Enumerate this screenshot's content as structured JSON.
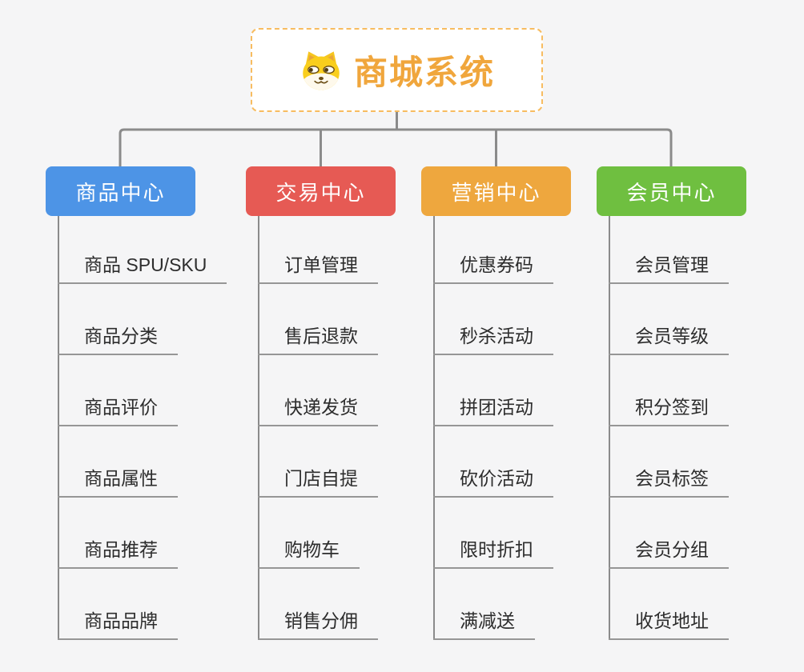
{
  "root": {
    "title": "商城系统",
    "icon": "dog-face-icon"
  },
  "branches": [
    {
      "label": "商品中心",
      "color": "#4D94E6",
      "items": [
        "商品 SPU/SKU",
        "商品分类",
        "商品评价",
        "商品属性",
        "商品推荐",
        "商品品牌"
      ]
    },
    {
      "label": "交易中心",
      "color": "#E65A54",
      "items": [
        "订单管理",
        "售后退款",
        "快递发货",
        "门店自提",
        "购物车",
        "销售分佣"
      ]
    },
    {
      "label": "营销中心",
      "color": "#EEA73E",
      "items": [
        "优惠券码",
        "秒杀活动",
        "拼团活动",
        "砍价活动",
        "限时折扣",
        "满减送"
      ]
    },
    {
      "label": "会员中心",
      "color": "#6FBF40",
      "items": [
        "会员管理",
        "会员等级",
        "积分签到",
        "会员标签",
        "会员分组",
        "收货地址"
      ]
    }
  ],
  "colors": {
    "background": "#F5F5F6",
    "root_accent": "#F0A63C",
    "root_border": "#F7BC60",
    "connector": "#8B8B8B",
    "underline": "#969696",
    "item_text": "#2D2D2D",
    "header_text": "#FFFFFF"
  }
}
